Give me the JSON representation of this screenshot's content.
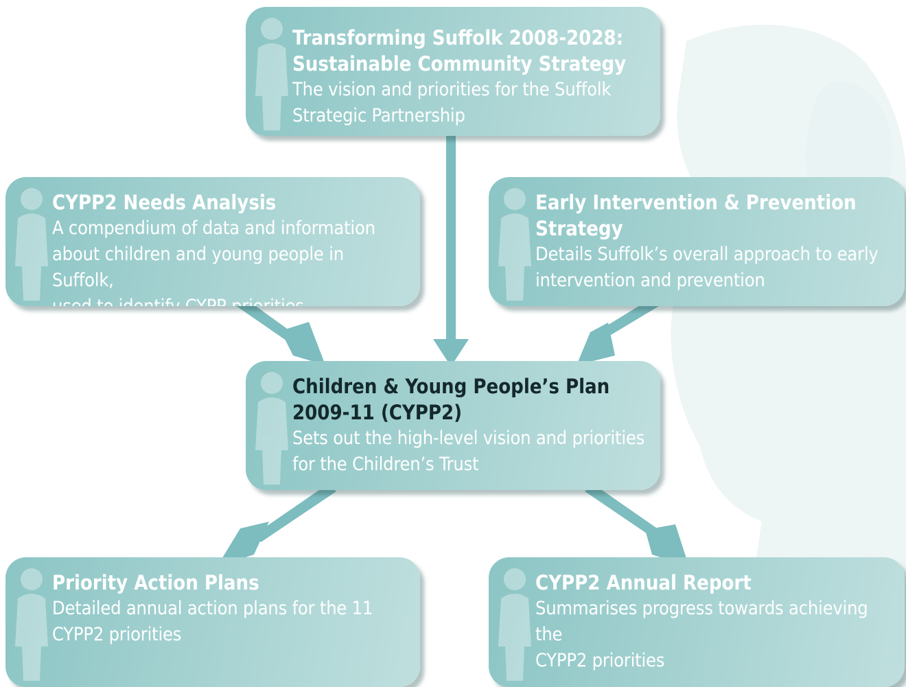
{
  "diagram": {
    "top": {
      "title_line1": "Transforming Suffolk 2008-2028:",
      "title_line2": "Sustainable Community Strategy",
      "desc_line1": "The vision and priorities for the Suffolk",
      "desc_line2": "Strategic Partnership"
    },
    "left": {
      "title": "CYPP2 Needs Analysis",
      "desc_line1": "A compendium of data and information",
      "desc_line2": "about children and young people in Suffolk,",
      "desc_line3": "used to identify CYPP priorities"
    },
    "right": {
      "title_line1": "Early Intervention & Prevention",
      "title_line2": "Strategy",
      "desc_line1": "Details Suffolk’s overall approach to early",
      "desc_line2": "intervention and prevention"
    },
    "center": {
      "title_line1": "Children & Young People’s Plan",
      "title_line2": "2009-11 (CYPP2)",
      "desc_line1": "Sets out the high-level vision and priorities",
      "desc_line2": "for the Children’s Trust"
    },
    "bottom_left": {
      "title": "Priority Action Plans",
      "desc_line1": "Detailed annual action plans for the 11",
      "desc_line2": "CYPP2 priorities"
    },
    "bottom_right": {
      "title": "CYPP2 Annual Report",
      "desc_line1": "Summarises progress towards achieving the",
      "desc_line2": "CYPP2 priorities"
    }
  },
  "colors": {
    "box": "#9ccdcc",
    "arrow": "#7dbcbf",
    "center_title": "#14282c",
    "text": "#ffffff"
  }
}
